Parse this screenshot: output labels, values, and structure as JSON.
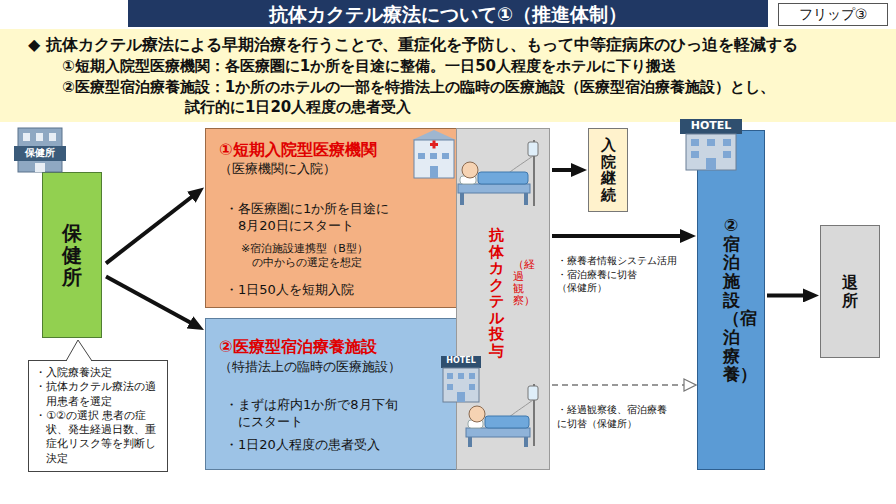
{
  "diagram": {
    "title": "抗体カクテル療法について①（推進体制）",
    "nodes": [
      {
        "text": [
          "フリップ③"
        ]
      },
      {
        "text": [
          "◆ 抗体カクテル療法による早期治療を行うことで、重症化を予防し、もって中等症病床のひっ迫を軽減する",
          "①短期入院型医療機関：各医療圏に1か所を目途に整備。一日50人程度をホテルに下り搬送",
          "②医療型宿泊療養施設：1か所のホテルの一部を特措法上の臨時の医療施設（医療型宿泊療養施設）とし、 試行的に1日20人程度の患者受入"
        ]
      },
      {
        "text": [
          "保健所"
        ]
      },
      {
        "text": [
          "・入院療養決定",
          "・抗体カクテル療法の適用患者を選定",
          "・①②の選択 患者の症状、発生経過日数、重症化リスク等を判断し決定"
        ]
      },
      {
        "text": [
          "①短期入院型医療機関",
          "（医療機関に入院）",
          "・各医療圏に1か所を目途に 8月20日にスタート",
          "※宿泊施設連携型（B型） の中からの選定を想定",
          "・1日50人を短期入院"
        ]
      },
      {
        "text": [
          "②医療型宿泊療養施設",
          "（特措法上の臨時の医療施設）",
          "・まずは府内1か所で8月下旬 にスタート",
          "・1日20人程度の患者受入"
        ]
      },
      {
        "text": [
          "抗体カクテル投与",
          "（経過観察）"
        ]
      },
      {
        "text": [
          "入院継続"
        ]
      },
      {
        "text": [
          "②宿泊施設（宿泊療養）"
        ]
      },
      {
        "text": [
          "退所"
        ]
      }
    ],
    "edges": [
      {
        "from": 2,
        "to": 4,
        "arrow": "to"
      },
      {
        "from": 2,
        "to": 5,
        "arrow": "to"
      },
      {
        "from": 6,
        "to": 7,
        "arrow": "to"
      },
      {
        "from": 6,
        "to": 8,
        "arrow": "to",
        "label": "・療養者情報システム活用 ・宿泊療養に切替 （保健所）"
      },
      {
        "from": 6,
        "to": 8,
        "arrow": "to",
        "label": "・経過観察後、宿泊療養 に切替（保健所）"
      },
      {
        "from": 8,
        "to": 9,
        "arrow": "to"
      }
    ],
    "labels": [
      "保健所",
      "HOTEL",
      "HOTEL"
    ]
  }
}
